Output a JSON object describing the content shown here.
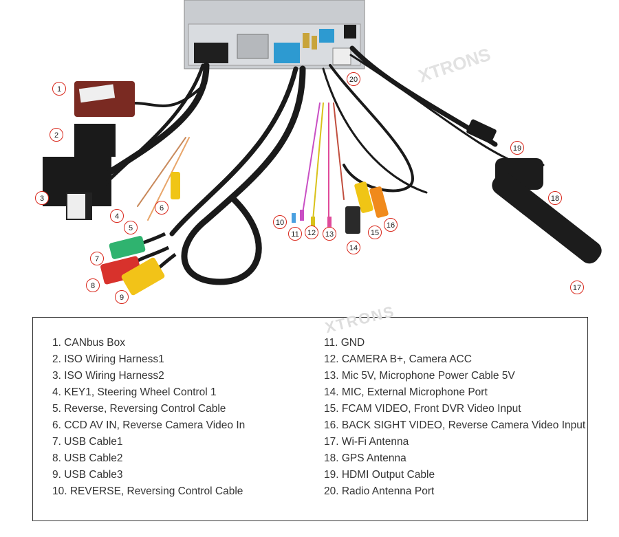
{
  "watermark": "XTRONS",
  "callouts": [
    "1",
    "2",
    "3",
    "4",
    "5",
    "6",
    "7",
    "8",
    "9",
    "10",
    "11",
    "12",
    "13",
    "14",
    "15",
    "16",
    "17",
    "18",
    "19",
    "20"
  ],
  "legend": {
    "left": [
      "1. CANbus Box",
      "2. ISO Wiring Harness1",
      "3. ISO Wiring Harness2",
      "4. KEY1, Steering Wheel Control 1",
      "5. Reverse, Reversing Control Cable",
      "6. CCD AV IN, Reverse Camera Video In",
      "7. USB Cable1",
      "8. USB Cable2",
      "9. USB Cable3",
      "10. REVERSE, Reversing Control Cable"
    ],
    "right": [
      "11. GND",
      "12. CAMERA B+, Camera ACC",
      "13. Mic 5V, Microphone Power Cable 5V",
      "14. MIC, External Microphone Port",
      "15. FCAM VIDEO, Front DVR Video Input",
      "16. BACK SIGHT VIDEO, Reverse Camera Video Input",
      "17. Wi-Fi Antenna",
      "18. GPS Antenna",
      "19. HDMI Output Cable",
      "20. Radio Antenna Port"
    ]
  },
  "colors": {
    "callout_border": "#d9281c",
    "frame": "#333333",
    "canbus_box": "#7a2a22",
    "harness": "#1a1a1a",
    "usb_green": "#2fb36f",
    "usb_red": "#d8322c",
    "usb_yellow": "#f2c318",
    "rca_yellow": "#f0c515",
    "rca_orange": "#f08a1c",
    "connector_blue": "#2d9ad1"
  }
}
